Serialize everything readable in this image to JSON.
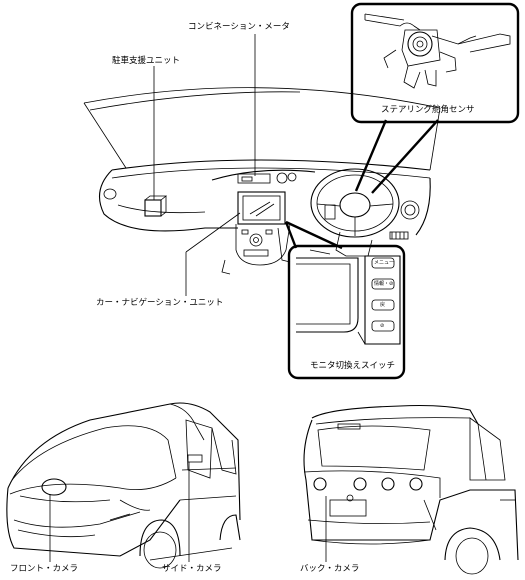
{
  "labels": {
    "combination_meter": "コンビネーション・メータ",
    "parking_assist_unit": "駐車支援ユニット",
    "steering_angle_sensor": "ステアリング舵角センサ",
    "car_navigation_unit": "カー・ナビゲーション・ユニット",
    "monitor_switch": "モニタ切換えスイッチ",
    "front_camera": "フロント・カメラ",
    "side_camera": "サイド・カメラ",
    "back_camera": "バック・カメラ"
  },
  "switch_buttons": [
    "メニュー",
    "情報・⊘",
    "戻",
    "⊘"
  ],
  "icons": {
    "steering_sensor_detail": "steering-column-icon",
    "monitor_switch_detail": "switch-panel-icon",
    "front_vehicle": "minivan-front-icon",
    "rear_vehicle": "minivan-rear-icon"
  }
}
